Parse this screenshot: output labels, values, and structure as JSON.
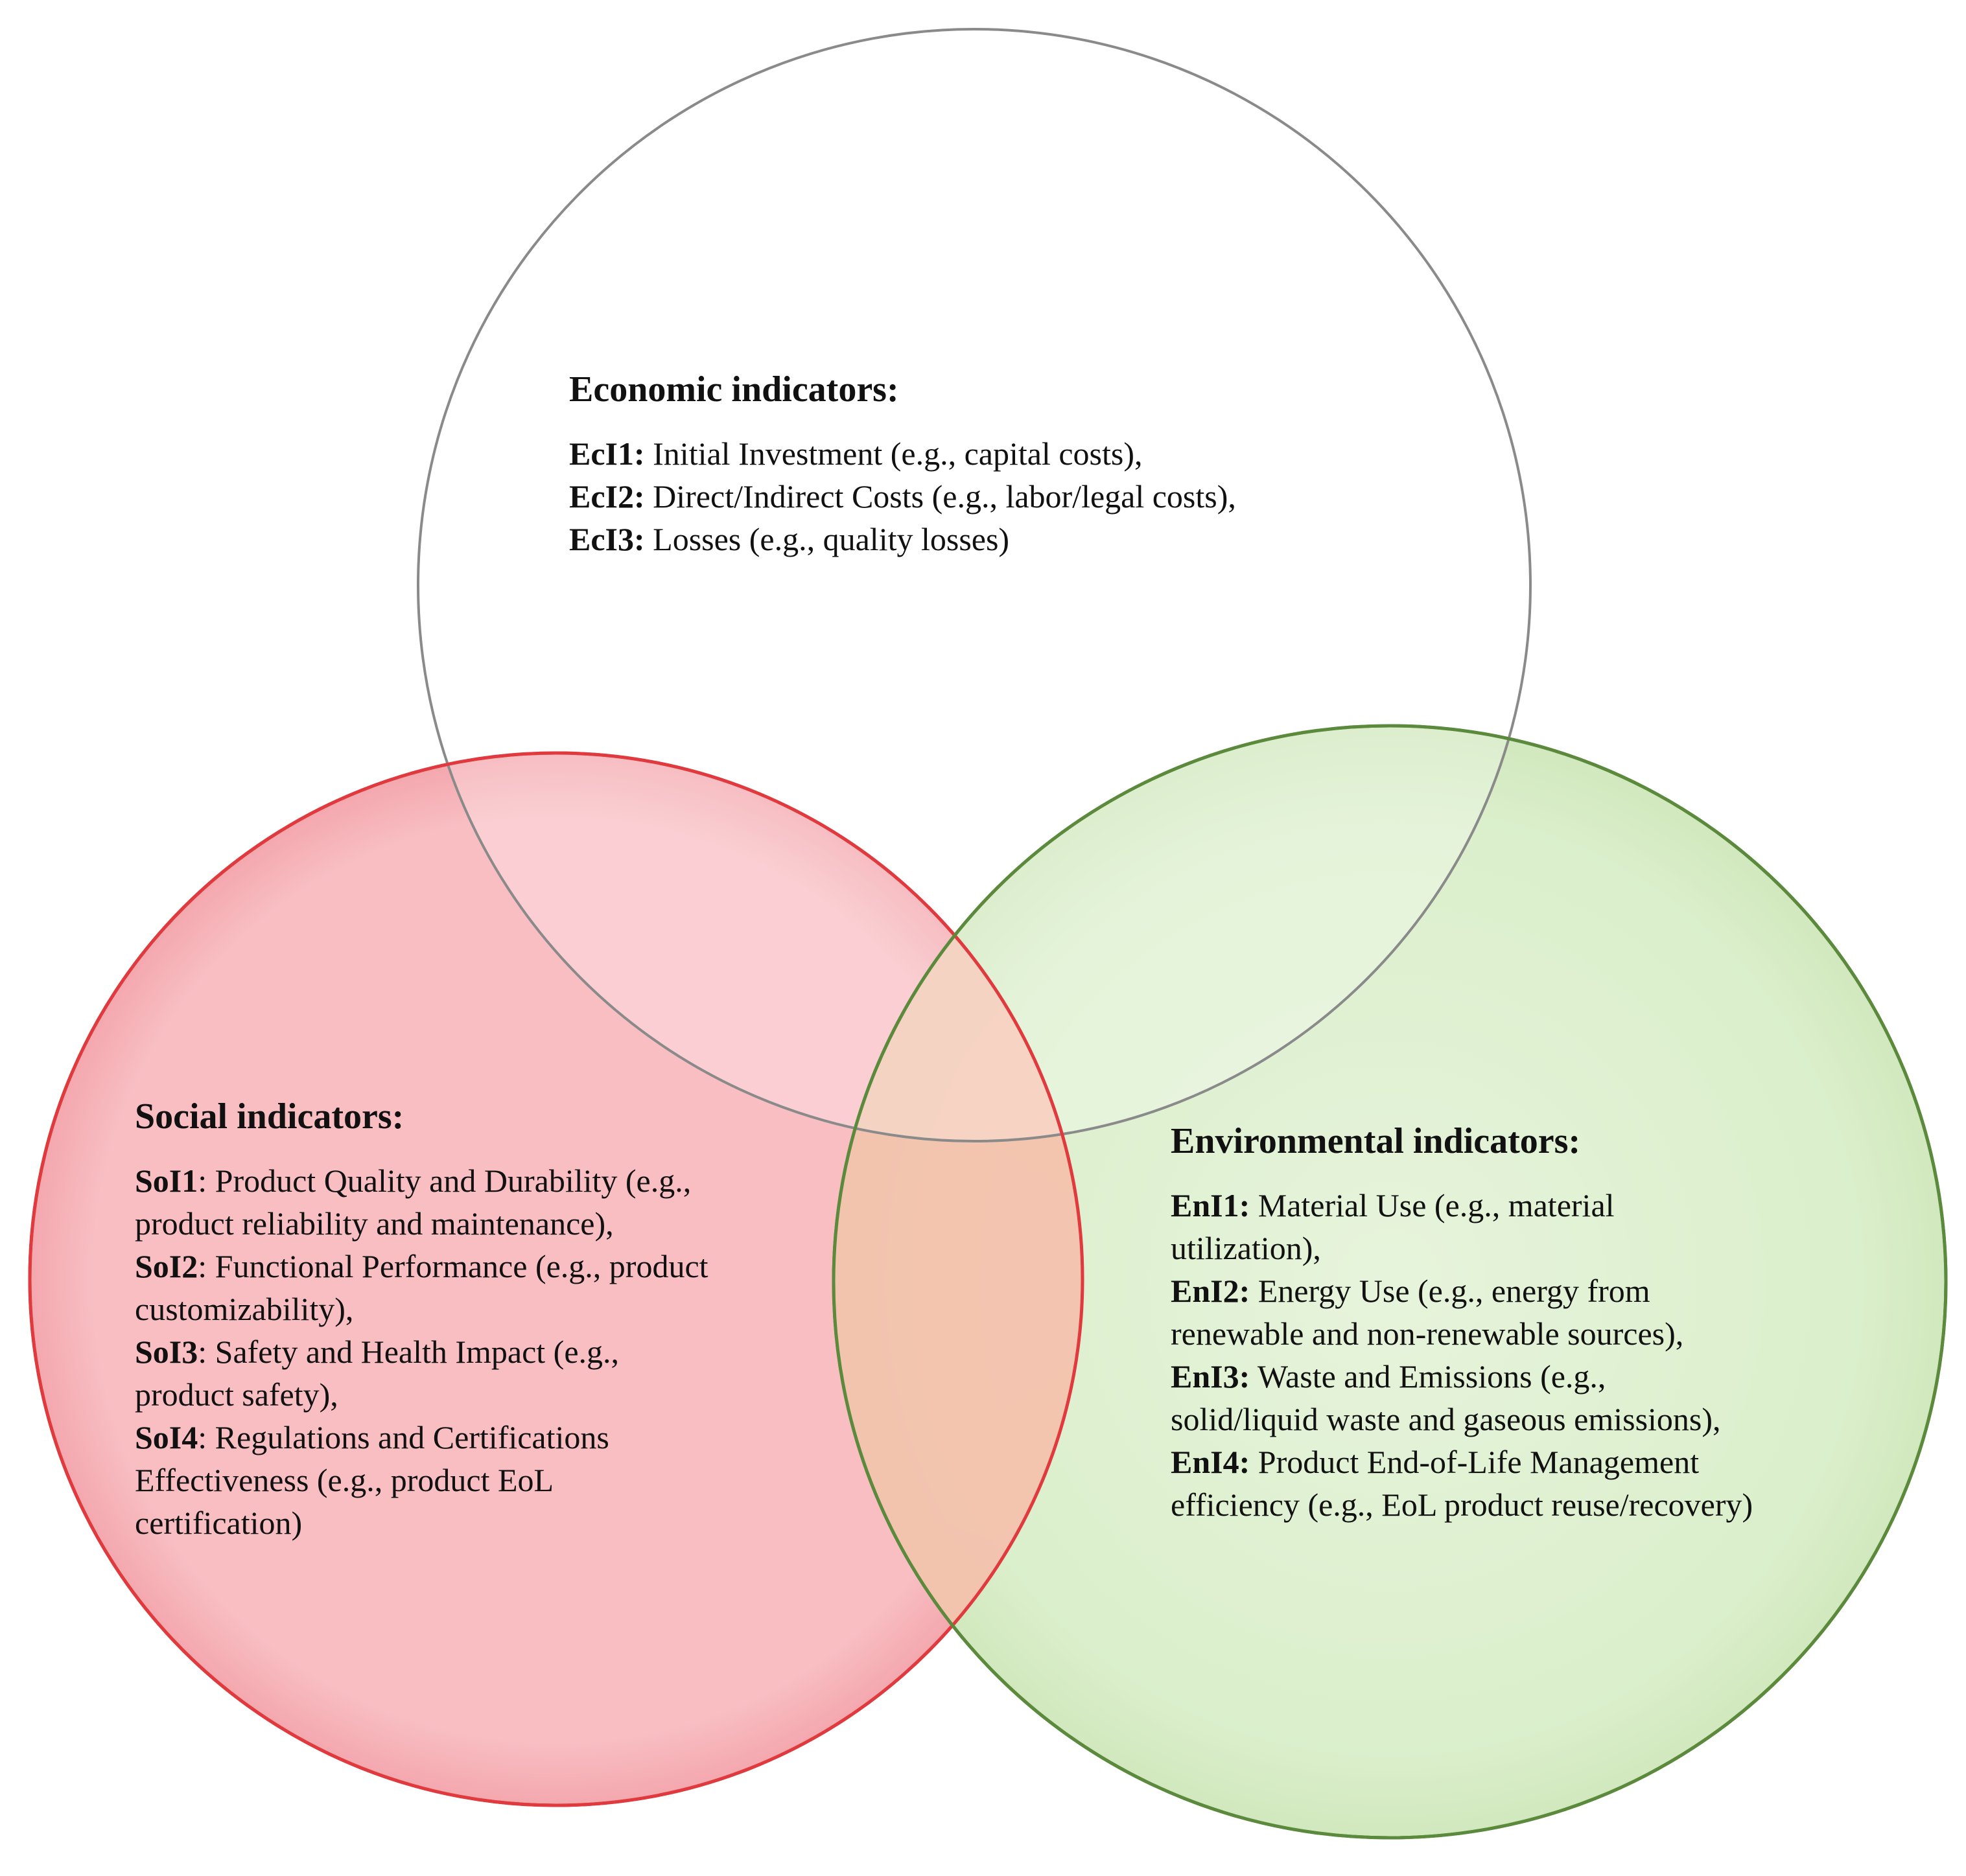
{
  "colors": {
    "economic_fill": "#ffffff",
    "economic_stroke": "#8a8a8a",
    "social_fill": "#f7b7bc",
    "social_stroke": "#e03a3e",
    "environmental_fill": "#d4ecc2",
    "environmental_stroke": "#5c8a3c",
    "intersection_fill": "#f5c1ad"
  },
  "circles": {
    "economic": {
      "title": "Economic indicators:",
      "lines": [
        {
          "code": "EcI1:",
          "text": " Initial Investment (e.g., capital costs),"
        },
        {
          "code": "EcI2:",
          "text": " Direct/Indirect Costs (e.g., labor/legal costs),"
        },
        {
          "code": "EcI3:",
          "text": " Losses (e.g., quality losses)"
        }
      ]
    },
    "social": {
      "title": "Social indicators:",
      "lines": [
        {
          "code": "SoI1",
          "text": ": Product Quality and Durability (e.g.,"
        },
        {
          "code": "",
          "text": "product reliability and maintenance),"
        },
        {
          "code": "SoI2",
          "text": ": Functional Performance (e.g., product"
        },
        {
          "code": "",
          "text": "customizability),"
        },
        {
          "code": "SoI3",
          "text": ": Safety and Health Impact (e.g.,"
        },
        {
          "code": "",
          "text": "product safety),"
        },
        {
          "code": "SoI4",
          "text": ": Regulations and Certifications"
        },
        {
          "code": "",
          "text": "Effectiveness (e.g., product EoL"
        },
        {
          "code": "",
          "text": "certification)"
        }
      ]
    },
    "environmental": {
      "title": "Environmental indicators:",
      "lines": [
        {
          "code": "EnI1:",
          "text": " Material Use (e.g., material"
        },
        {
          "code": "",
          "text": "utilization),"
        },
        {
          "code": "EnI2:",
          "text": " Energy Use (e.g., energy from"
        },
        {
          "code": "",
          "text": "renewable and non-renewable sources),"
        },
        {
          "code": "EnI3:",
          "text": " Waste and Emissions (e.g.,"
        },
        {
          "code": "",
          "text": "solid/liquid waste and gaseous emissions),"
        },
        {
          "code": "EnI4:",
          "text": " Product End-of-Life Management"
        },
        {
          "code": "",
          "text": "efficiency (e.g., EoL product reuse/recovery)"
        }
      ]
    }
  }
}
